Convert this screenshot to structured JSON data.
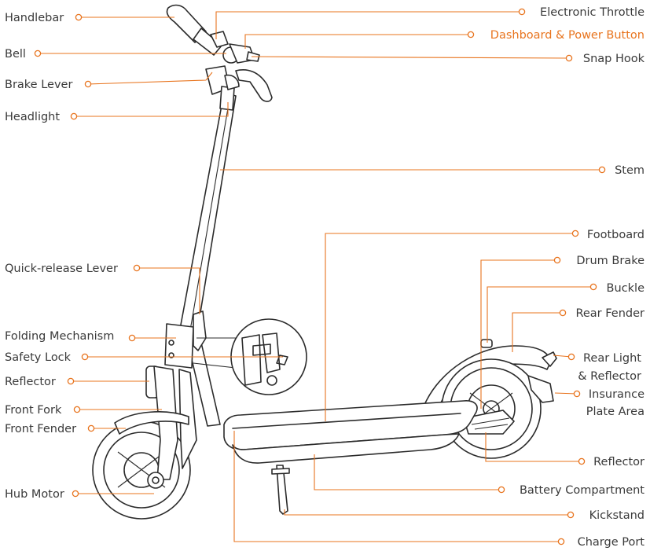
{
  "colors": {
    "accent": "#e8741e",
    "text": "#3a3a3a",
    "line_art": "#2b2b2b"
  },
  "labels": {
    "handlebar": "Handlebar",
    "bell": "Bell",
    "brake_lever": "Brake Lever",
    "headlight": "Headlight",
    "quick_release_lever": "Quick-release Lever",
    "folding_mechanism": "Folding Mechanism",
    "safety_lock": "Safety Lock",
    "reflector_front": "Reflector",
    "front_fork": "Front Fork",
    "front_fender": "Front Fender",
    "hub_motor": "Hub Motor",
    "electronic_throttle": "Electronic Throttle",
    "dashboard_power_button": "Dashboard & Power Button",
    "snap_hook": "Snap Hook",
    "stem": "Stem",
    "footboard": "Footboard",
    "drum_brake": "Drum Brake",
    "buckle": "Buckle",
    "rear_fender": "Rear Fender",
    "rear_light_line1": "Rear Light",
    "rear_light_line2": "& Reflector",
    "insurance_line1": "Insurance",
    "insurance_line2": "Plate Area",
    "reflector_rear": "Reflector",
    "battery_compartment": "Battery Compartment",
    "kickstand": "Kickstand",
    "charge_port": "Charge Port"
  }
}
